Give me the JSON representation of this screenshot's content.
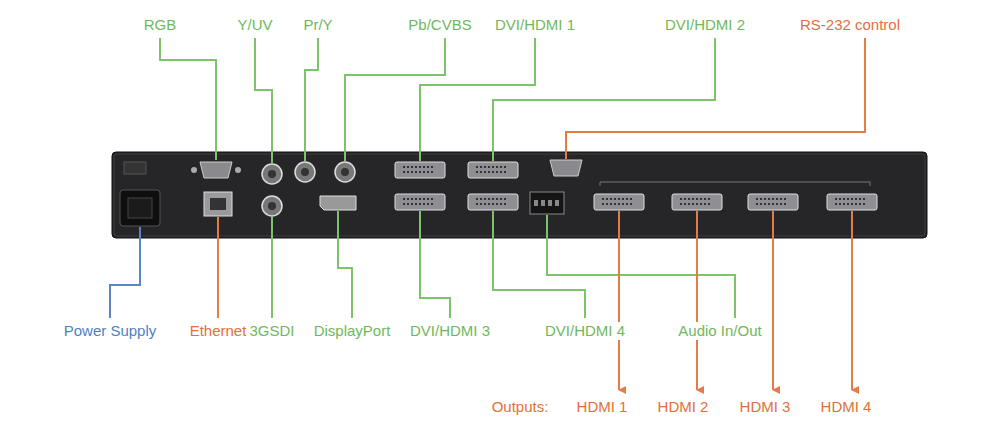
{
  "diagram": {
    "labels": [
      "RGB",
      "Y/UV",
      "Pr/Y",
      "Pb/CVBS",
      "DVI/HDMI 1",
      "DVI/HDMI 2",
      "RS-232 control",
      "Power Supply",
      "Ethernet",
      "3GSDI",
      "DisplayPort",
      "DVI/HDMI 3",
      "DVI/HDMI 4",
      "Audio In/Out",
      "Outputs:",
      "HDMI 1",
      "HDMI 2",
      "HDMI 3",
      "HDMI 4"
    ]
  }
}
